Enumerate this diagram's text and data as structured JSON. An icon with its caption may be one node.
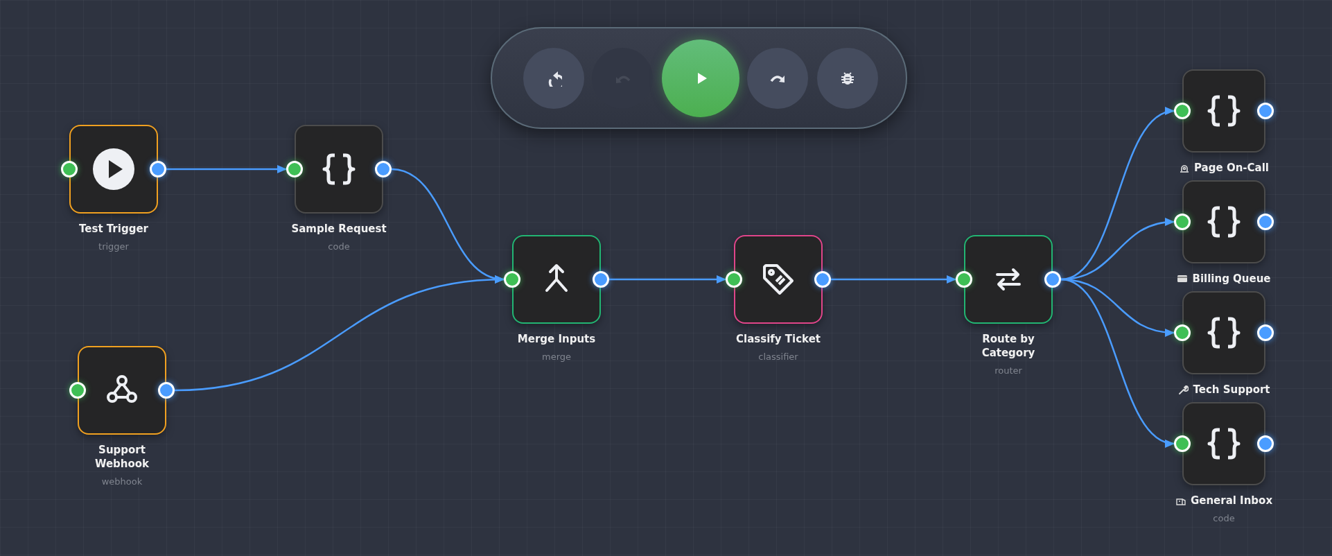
{
  "diagram": {
    "nodes": [
      {
        "text": [
          "Test Trigger",
          "trigger"
        ]
      },
      {
        "text": [
          "Sample Request",
          "code"
        ]
      },
      {
        "text": [
          "Support Webhook",
          "webhook"
        ]
      },
      {
        "text": [
          "Merge Inputs",
          "merge"
        ]
      },
      {
        "text": [
          "Classify Ticket",
          "classifier"
        ]
      },
      {
        "text": [
          "Route by Category",
          "router"
        ]
      },
      {
        "text": [
          "Page On-Call"
        ]
      },
      {
        "text": [
          "Billing Queue"
        ]
      },
      {
        "text": [
          "Tech Support"
        ]
      },
      {
        "text": [
          "General Inbox",
          "code"
        ]
      }
    ],
    "edges": [
      {
        "from": 0,
        "to": 1,
        "arrow": "to"
      },
      {
        "from": 1,
        "to": 3,
        "arrow": "to"
      },
      {
        "from": 2,
        "to": 3,
        "arrow": "to"
      },
      {
        "from": 3,
        "to": 4,
        "arrow": "to"
      },
      {
        "from": 4,
        "to": 5,
        "arrow": "to"
      },
      {
        "from": 5,
        "to": 6,
        "arrow": "to"
      },
      {
        "from": 5,
        "to": 7,
        "arrow": "to"
      },
      {
        "from": 5,
        "to": 8,
        "arrow": "to"
      },
      {
        "from": 5,
        "to": 9,
        "arrow": "to"
      }
    ]
  }
}
